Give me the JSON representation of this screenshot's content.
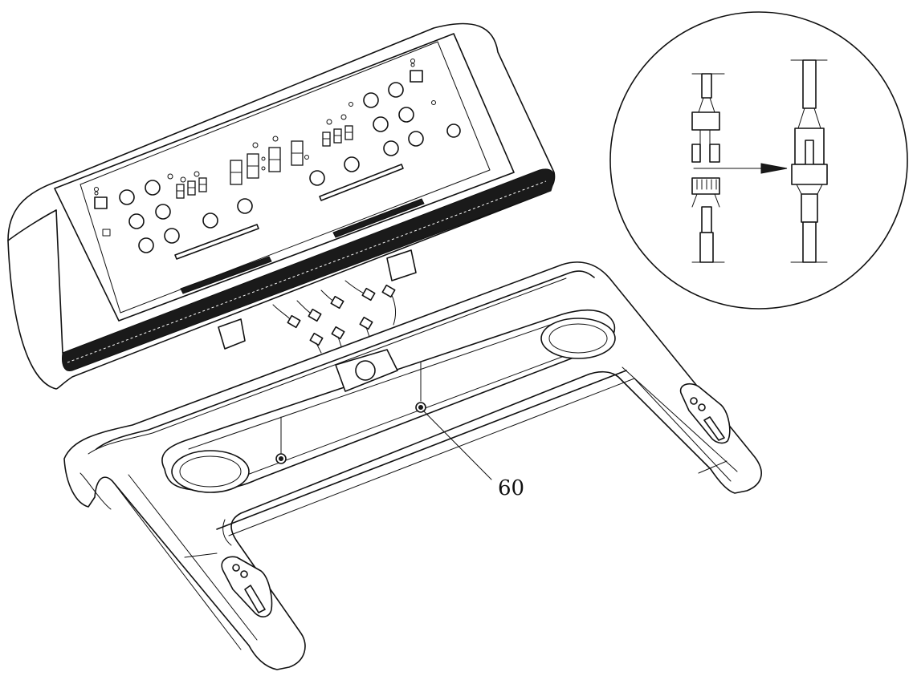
{
  "diagram": {
    "callouts": [
      {
        "id": "part-60",
        "label": "60"
      }
    ],
    "parts": [
      {
        "name": "console-display-panel"
      },
      {
        "name": "handlebar-frame"
      },
      {
        "name": "wire-connectors"
      },
      {
        "name": "connector-detail-inset"
      }
    ]
  }
}
